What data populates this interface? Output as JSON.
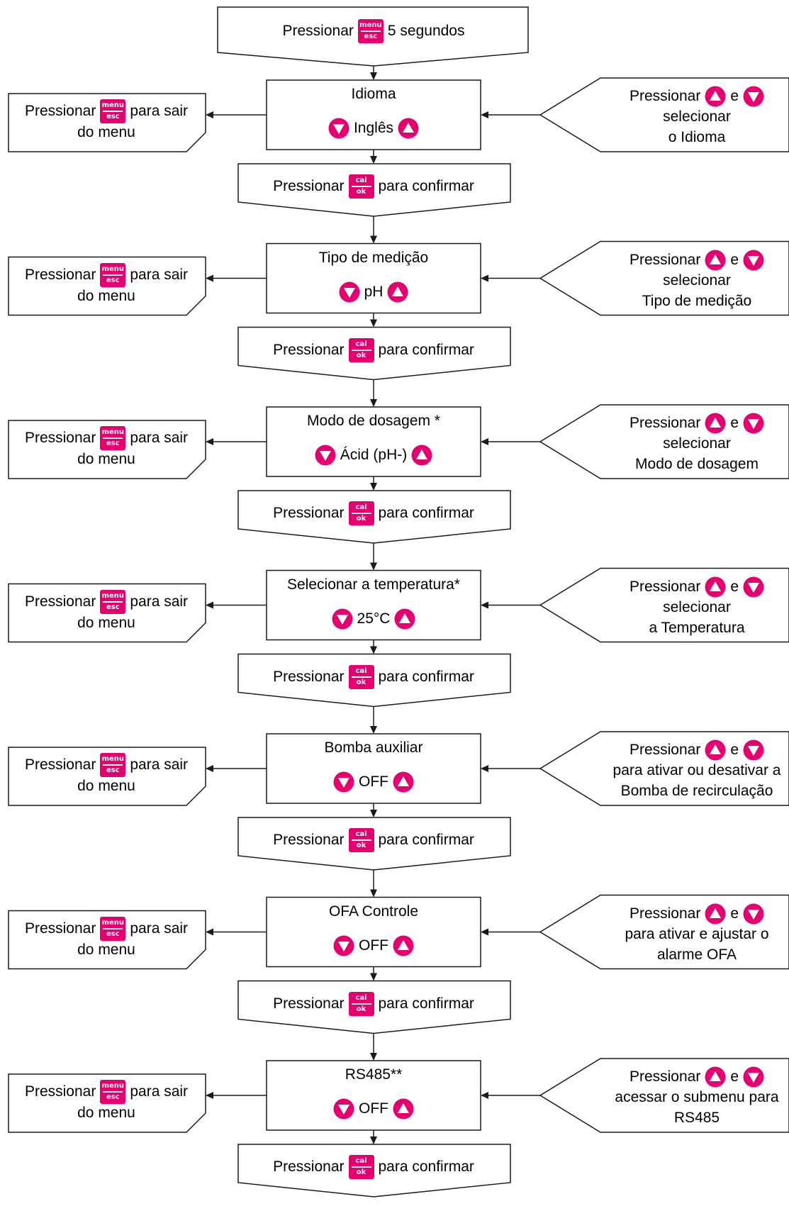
{
  "start": {
    "label_before": "Pressionar",
    "label_after": "5 segundos",
    "key": "menu-esc"
  },
  "keys": {
    "menu-esc": {
      "top": "menu",
      "bottom": "esc"
    },
    "cal-ok": {
      "top": "cal",
      "bottom": "ok"
    }
  },
  "colors": {
    "accent": "#e4006e",
    "line": "#1a1a1a"
  },
  "exit": {
    "label_before": "Pressionar",
    "label_after": "para sair",
    "line2": "do menu"
  },
  "confirm": {
    "label_before": "Pressionar",
    "label_after": "para confirmar"
  },
  "steps": [
    {
      "title": "Idioma",
      "value": "Inglês",
      "hint": {
        "line1_before": "Pressionar",
        "line1_mid": "e",
        "line2": "selecionar",
        "line3": "o Idioma"
      }
    },
    {
      "title": "Tipo de medição",
      "value": "pH",
      "hint": {
        "line1_before": "Pressionar",
        "line1_mid": "e",
        "line2": "selecionar",
        "line3": "Tipo de medição"
      }
    },
    {
      "title": "Modo de dosagem *",
      "value": "Ácid (pH-)",
      "hint": {
        "line1_before": "Pressionar",
        "line1_mid": "e",
        "line2": "selecionar",
        "line3": "Modo de dosagem"
      }
    },
    {
      "title": "Selecionar a temperatura*",
      "value": "25°C",
      "hint": {
        "line1_before": "Pressionar",
        "line1_mid": "e",
        "line2": "selecionar",
        "line3": "a Temperatura"
      }
    },
    {
      "title": "Bomba auxiliar",
      "value": "OFF",
      "hint": {
        "line1_before": "Pressionar",
        "line1_mid": "e",
        "line2": "para ativar ou desativar a",
        "line3": "Bomba de recirculação"
      }
    },
    {
      "title": "OFA Controle",
      "value": "OFF",
      "hint": {
        "line1_before": "Pressionar",
        "line1_mid": "e",
        "line2": "para ativar e ajustar o",
        "line3": "alarme OFA"
      }
    },
    {
      "title": "RS485**",
      "value": "OFF",
      "hint": {
        "line1_before": "Pressionar",
        "line1_mid": "e",
        "line2": "acessar o submenu para",
        "line3": "RS485"
      }
    }
  ]
}
